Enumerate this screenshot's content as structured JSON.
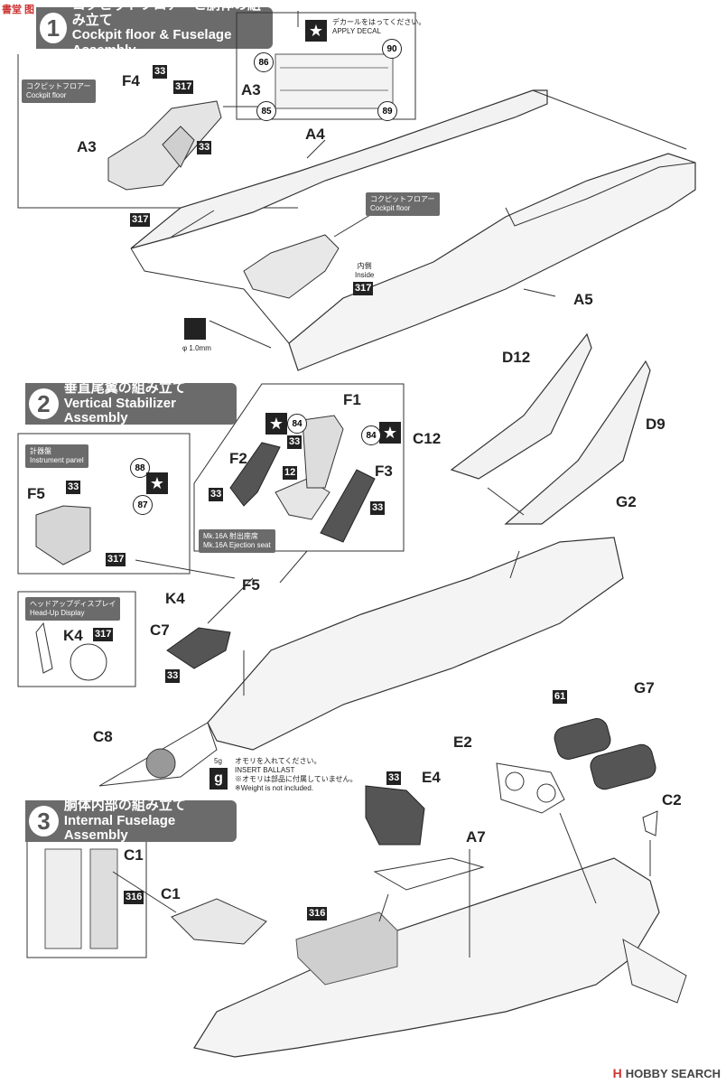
{
  "watermark": "書堂 图",
  "step1": {
    "num": "1",
    "jp": "コクピットフロアーと胴体の組み立て",
    "en": "Cockpit floor & Fuselage Assembly"
  },
  "step2": {
    "num": "2",
    "jp": "垂直尾翼の組み立て",
    "en": "Vertical Stabilizer Assembly"
  },
  "step3": {
    "num": "3",
    "jp": "胴体内部の組み立て",
    "en": "Internal Fuselage Assembly"
  },
  "decal_note": {
    "jp": "デカールをはってください。",
    "en": "APPLY DECAL"
  },
  "cockpit_floor_note1": {
    "jp": "コクピットフロアー",
    "en": "Cockpit floor"
  },
  "cockpit_floor_note2": {
    "jp": "コクピットフロアー",
    "en": "Cockpit floor"
  },
  "instrument_note": {
    "jp": "計器盤",
    "en": "Instrument panel"
  },
  "hud_note": {
    "jp": "ヘッドアップディスプレイ",
    "en": "Head-Up Display"
  },
  "seat_note": {
    "jp": "Mk.16A 射出座席",
    "en": "Mk.16A Ejection seat"
  },
  "inside_note": {
    "jp": "内側",
    "en": "Inside"
  },
  "drill_note": "φ 1.0mm",
  "ballast": {
    "weight": "5g",
    "icon": "g",
    "en": "INSERT BALLAST",
    "jp1": "オモリを入れてください。",
    "jp2": "※オモリは部品に付属していません。",
    "en2": "※Weight is not included."
  },
  "parts": {
    "A3": "A3",
    "A3b": "A3",
    "A4": "A4",
    "A5": "A5",
    "A7": "A7",
    "F4": "F4",
    "F1": "F1",
    "F2": "F2",
    "F3": "F3",
    "F5": "F5",
    "F5b": "F5",
    "D12": "D12",
    "D9": "D9",
    "C12": "C12",
    "G2": "G2",
    "K4": "K4",
    "K4b": "K4",
    "C7": "C7",
    "C8": "C8",
    "E2": "E2",
    "E4": "E4",
    "G7": "G7",
    "C2": "C2",
    "C1": "C1",
    "C1b": "C1",
    "12": "12"
  },
  "codes": {
    "c317": "317",
    "c33": "33",
    "c316": "316",
    "c61": "61"
  },
  "decals": {
    "d86": "86",
    "d90": "90",
    "d85": "85",
    "d89": "89",
    "d84": "84",
    "d84b": "84",
    "d88": "88",
    "d87": "87"
  },
  "star_glyph": "★",
  "footer": {
    "icon": "H",
    "brand": "HOBBY SEARCH"
  }
}
